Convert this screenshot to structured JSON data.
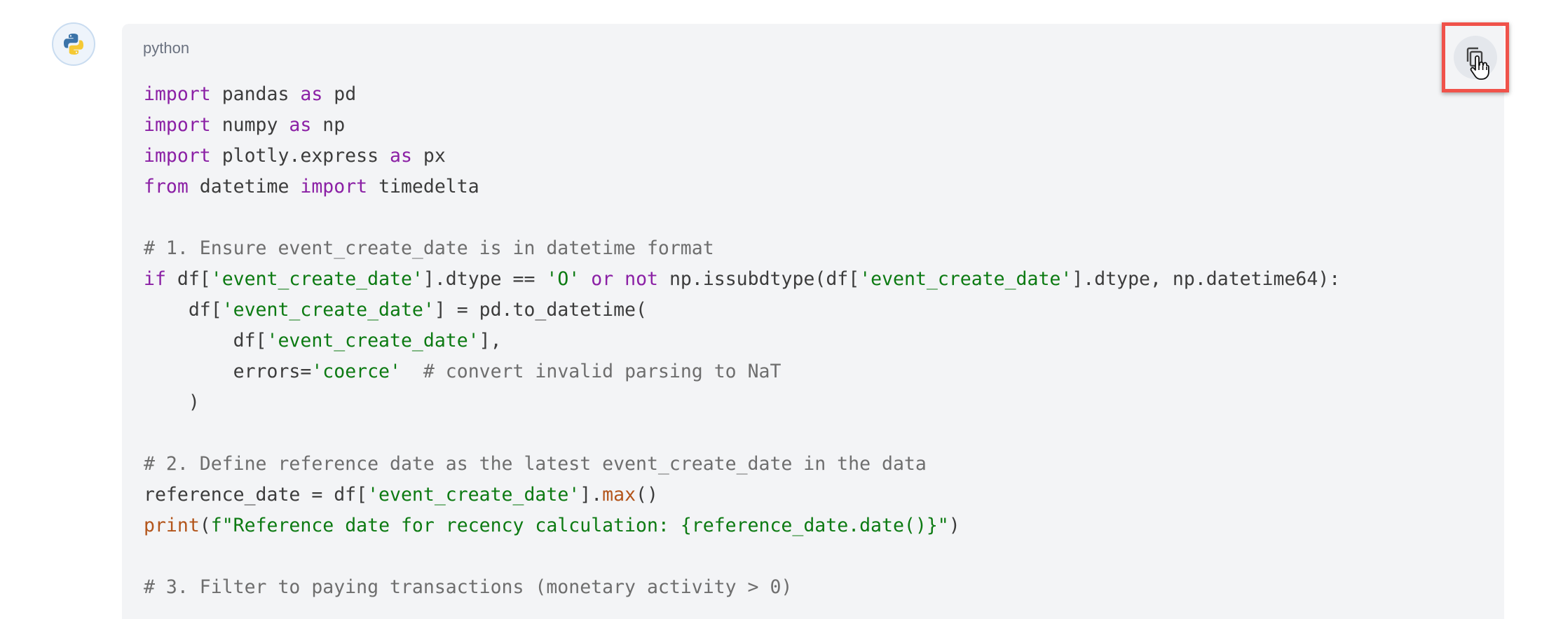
{
  "avatar": {
    "icon": "python-logo-icon"
  },
  "code_block": {
    "language": "python",
    "copy_button": {
      "icon": "copy-icon",
      "cursor": "hand-pointer-cursor",
      "highlight_color": "#f0524a"
    },
    "lines": [
      [
        {
          "t": "import",
          "c": "kw"
        },
        {
          "t": " pandas ",
          "c": ""
        },
        {
          "t": "as",
          "c": "kw"
        },
        {
          "t": " pd",
          "c": ""
        }
      ],
      [
        {
          "t": "import",
          "c": "kw"
        },
        {
          "t": " numpy ",
          "c": ""
        },
        {
          "t": "as",
          "c": "kw"
        },
        {
          "t": " np",
          "c": ""
        }
      ],
      [
        {
          "t": "import",
          "c": "kw"
        },
        {
          "t": " plotly.express ",
          "c": ""
        },
        {
          "t": "as",
          "c": "kw"
        },
        {
          "t": " px",
          "c": ""
        }
      ],
      [
        {
          "t": "from",
          "c": "kw"
        },
        {
          "t": " datetime ",
          "c": ""
        },
        {
          "t": "import",
          "c": "kw"
        },
        {
          "t": " timedelta",
          "c": ""
        }
      ],
      [],
      [
        {
          "t": "# 1. Ensure event_create_date is in datetime format",
          "c": "com"
        }
      ],
      [
        {
          "t": "if",
          "c": "kw"
        },
        {
          "t": " df[",
          "c": ""
        },
        {
          "t": "'event_create_date'",
          "c": "str"
        },
        {
          "t": "].dtype == ",
          "c": ""
        },
        {
          "t": "'O'",
          "c": "str"
        },
        {
          "t": " ",
          "c": ""
        },
        {
          "t": "or",
          "c": "kw"
        },
        {
          "t": " ",
          "c": ""
        },
        {
          "t": "not",
          "c": "kw"
        },
        {
          "t": " np.issubdtype(df[",
          "c": ""
        },
        {
          "t": "'event_create_date'",
          "c": "str"
        },
        {
          "t": "].dtype, np.datetime64):",
          "c": ""
        }
      ],
      [
        {
          "t": "    df[",
          "c": ""
        },
        {
          "t": "'event_create_date'",
          "c": "str"
        },
        {
          "t": "] = pd.to_datetime(",
          "c": ""
        }
      ],
      [
        {
          "t": "        df[",
          "c": ""
        },
        {
          "t": "'event_create_date'",
          "c": "str"
        },
        {
          "t": "],",
          "c": ""
        }
      ],
      [
        {
          "t": "        errors=",
          "c": ""
        },
        {
          "t": "'coerce'",
          "c": "str"
        },
        {
          "t": "  ",
          "c": ""
        },
        {
          "t": "# convert invalid parsing to NaT",
          "c": "com"
        }
      ],
      [
        {
          "t": "    )",
          "c": ""
        }
      ],
      [],
      [
        {
          "t": "# 2. Define reference date as the latest event_create_date in the data",
          "c": "com"
        }
      ],
      [
        {
          "t": "reference_date = df[",
          "c": ""
        },
        {
          "t": "'event_create_date'",
          "c": "str"
        },
        {
          "t": "].",
          "c": ""
        },
        {
          "t": "max",
          "c": "fn"
        },
        {
          "t": "()",
          "c": ""
        }
      ],
      [
        {
          "t": "print",
          "c": "fn"
        },
        {
          "t": "(",
          "c": ""
        },
        {
          "t": "f\"Reference date for recency calculation: {reference_date.date()}\"",
          "c": "str"
        },
        {
          "t": ")",
          "c": ""
        }
      ],
      [],
      [
        {
          "t": "# 3. Filter to paying transactions (monetary activity > 0)",
          "c": "com"
        }
      ]
    ]
  },
  "colors": {
    "keyword": "#8b20a5",
    "string": "#0c7a12",
    "builtin": "#b3551b",
    "comment": "#6e6e6e",
    "code_background": "#f3f4f6"
  }
}
